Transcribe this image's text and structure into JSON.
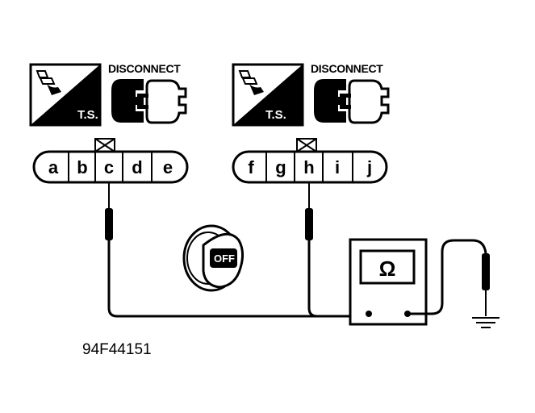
{
  "disconnect_label": "DISCONNECT",
  "ts_label": "T.S.",
  "connector_left": {
    "pins": [
      "a",
      "b",
      "c",
      "d",
      "e"
    ]
  },
  "connector_right": {
    "pins": [
      "f",
      "g",
      "h",
      "i",
      "j"
    ]
  },
  "ignition": {
    "position_label": "OFF"
  },
  "meter": {
    "symbol": "Ω",
    "icon": "ohmmeter-icon"
  },
  "figure_id": "94F44151"
}
